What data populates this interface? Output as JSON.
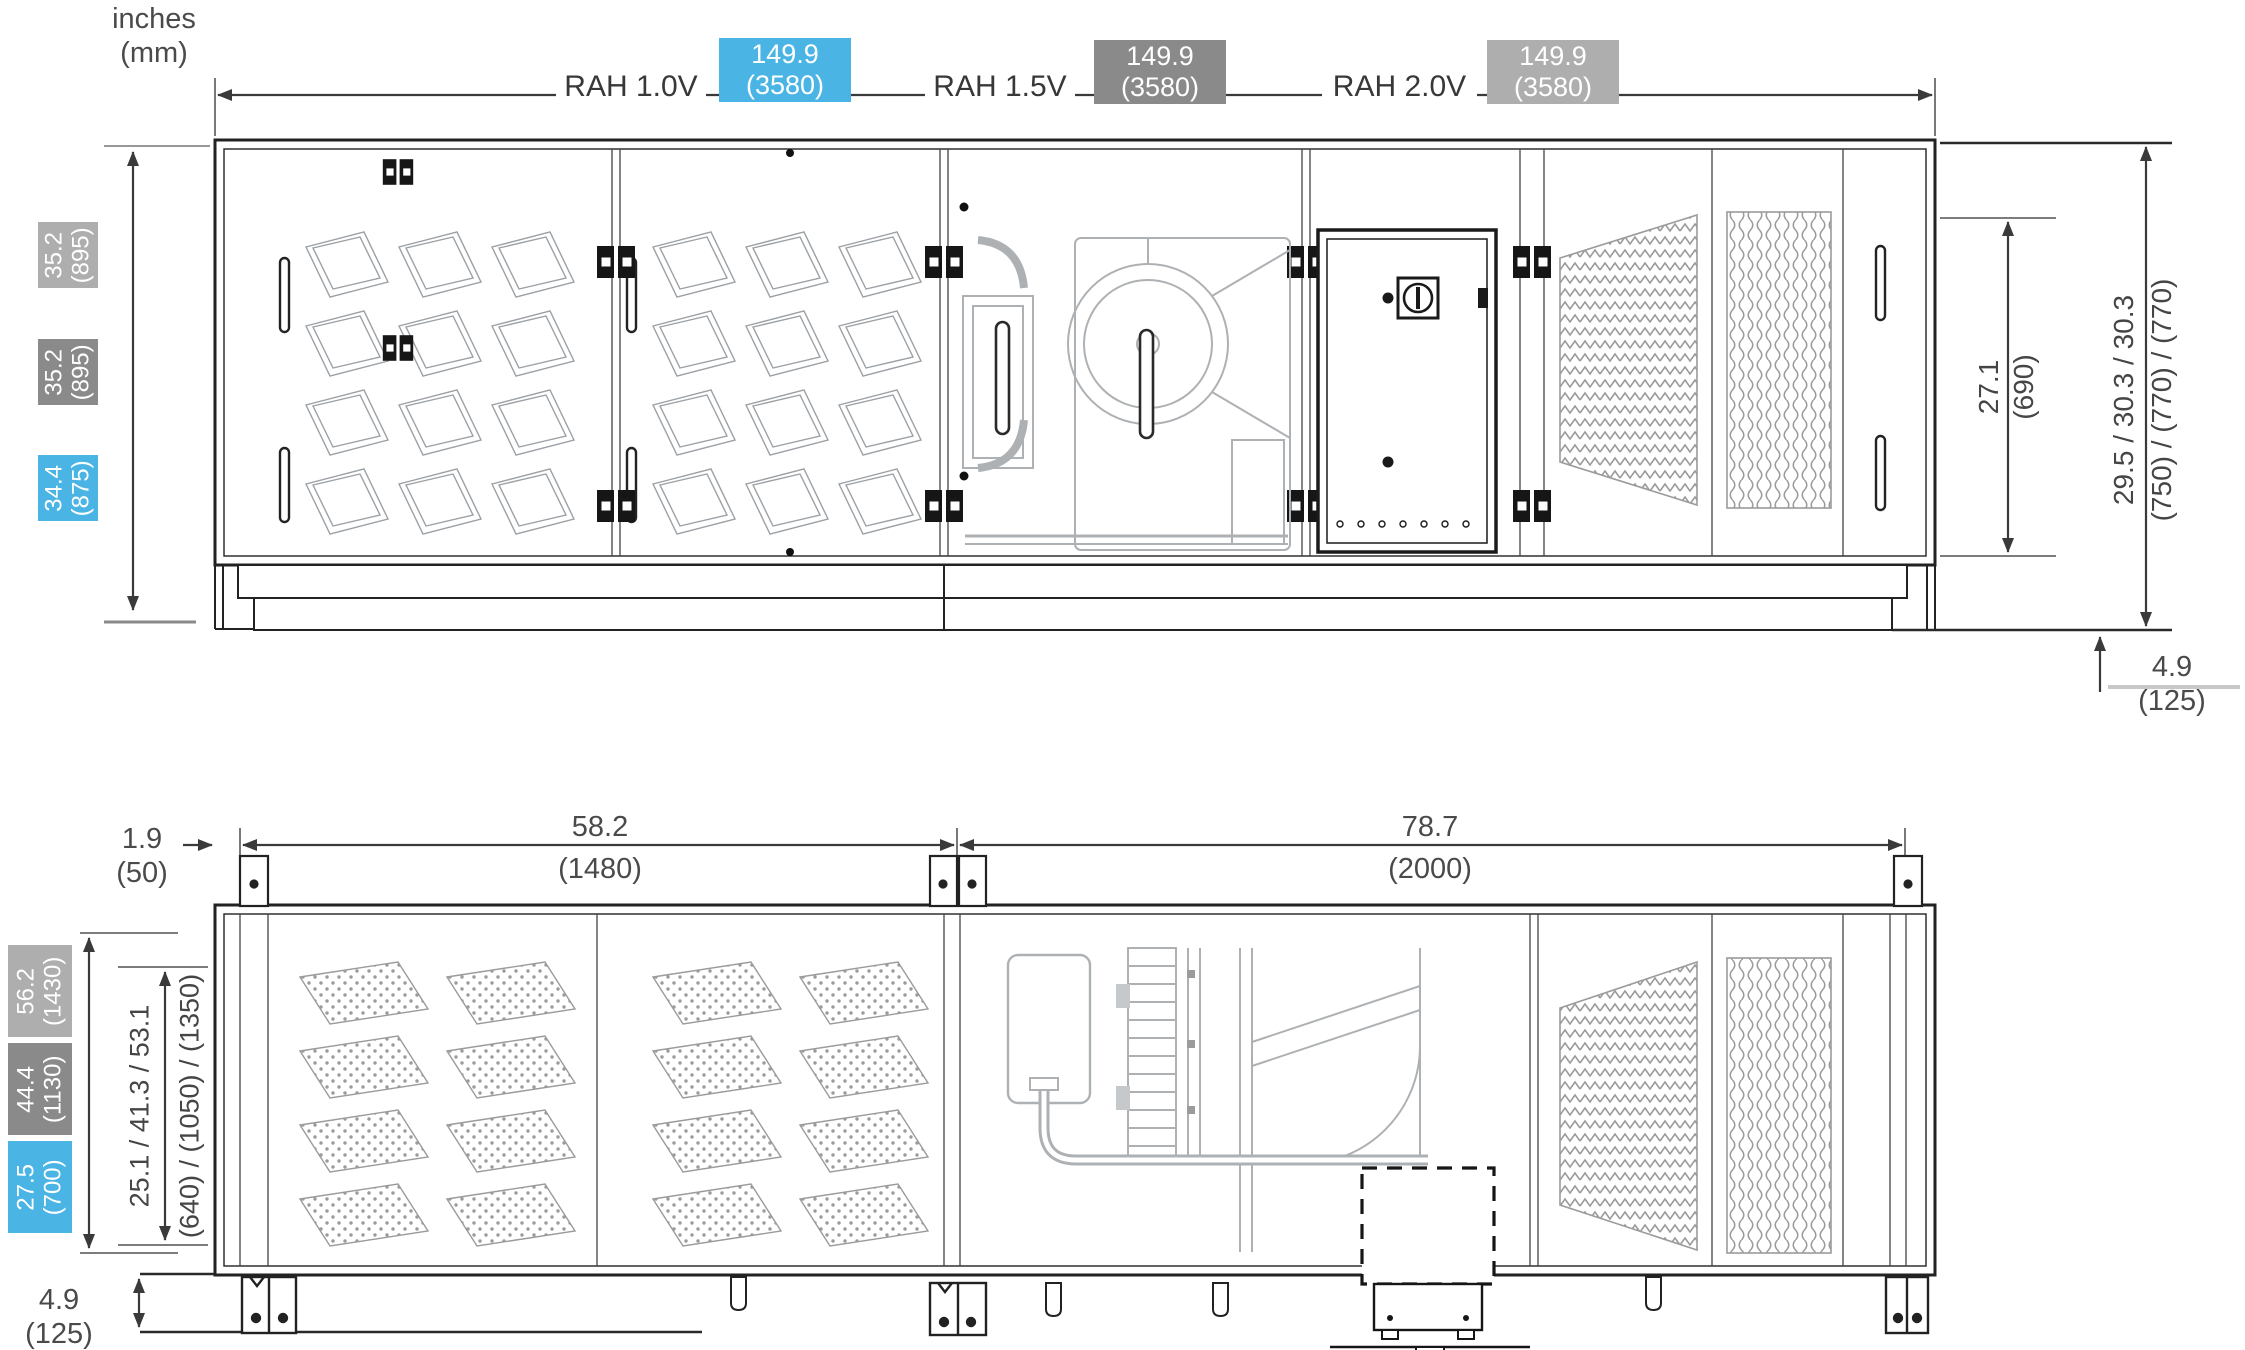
{
  "page": {
    "units_line1": "inches",
    "units_line2": "(mm)"
  },
  "colors": {
    "blue": "#4ab4e4",
    "gray_dark": "#8a8a8a",
    "gray_light": "#aeaeae"
  },
  "top_view": {
    "models": [
      {
        "name": "RAH 1.0V",
        "length_in": "149.9",
        "length_mm": "(3580)"
      },
      {
        "name": "RAH 1.5V",
        "length_in": "149.9",
        "length_mm": "(3580)"
      },
      {
        "name": "RAH 2.0V",
        "length_in": "149.9",
        "length_mm": "(3580)"
      }
    ],
    "height_badges": [
      {
        "in": "35.2",
        "mm": "(895)"
      },
      {
        "in": "35.2",
        "mm": "(895)"
      },
      {
        "in": "34.4",
        "mm": "(875)"
      }
    ],
    "dim_inner_height": {
      "in": "27.1",
      "mm": "(690)"
    },
    "dim_overall_height": {
      "in": "29.5 / 30.3 / 30.3",
      "mm": "(750) / (770) / (770)"
    },
    "dim_base_height": {
      "in": "4.9",
      "mm": "(125)"
    }
  },
  "bottom_view": {
    "dim_bracket_offset": {
      "in": "1.9",
      "mm": "(50)"
    },
    "dim_left_width": {
      "in": "58.2",
      "mm": "(1480)"
    },
    "dim_right_width": {
      "in": "78.7",
      "mm": "(2000)"
    },
    "height_badges": [
      {
        "in": "56.2",
        "mm": "(1430)"
      },
      {
        "in": "44.4",
        "mm": "(1130)"
      },
      {
        "in": "27.5",
        "mm": "(700)"
      }
    ],
    "dim_inner_heights": {
      "in": "25.1 / 41.3 / 53.1",
      "mm": "(640) / (1050) / (1350)"
    },
    "dim_base_height": {
      "in": "4.9",
      "mm": "(125)"
    }
  }
}
